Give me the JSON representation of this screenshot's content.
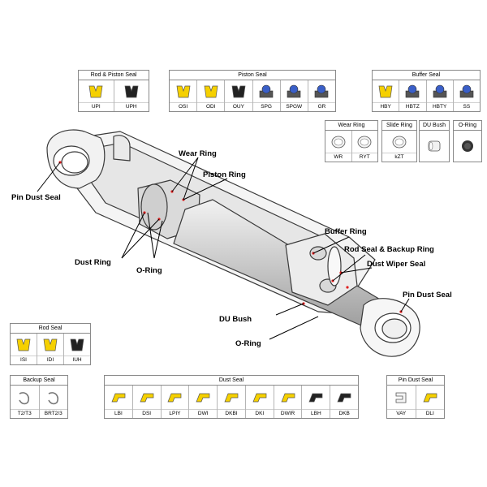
{
  "seal_boxes": {
    "rod_piston": {
      "title": "Rod & Piston Seal",
      "items": [
        {
          "label": "UPI",
          "icon": "yellow-u-seal-icon",
          "color": "#f5d000"
        },
        {
          "label": "UPH",
          "icon": "black-u-seal-icon",
          "color": "#222222"
        }
      ]
    },
    "piston": {
      "title": "Piston Seal",
      "items": [
        {
          "label": "OSI",
          "icon": "yellow-u-seal-icon",
          "color": "#f5d000"
        },
        {
          "label": "ODI",
          "icon": "yellow-u-seal-icon",
          "color": "#f5d000"
        },
        {
          "label": "OUY",
          "icon": "black-u-seal-icon",
          "color": "#222222"
        },
        {
          "label": "SPG",
          "icon": "blue-compound-seal-icon",
          "color": "#3a5fc8"
        },
        {
          "label": "SPGW",
          "icon": "blue-compound-seal-icon",
          "color": "#3a5fc8"
        },
        {
          "label": "GR",
          "icon": "blue-compound-seal-icon",
          "color": "#3a5fc8"
        }
      ]
    },
    "buffer": {
      "title": "Buffer Seal",
      "items": [
        {
          "label": "HBY",
          "icon": "yellow-u-seal-icon",
          "color": "#f5d000"
        },
        {
          "label": "HBTZ",
          "icon": "blue-compound-seal-icon",
          "color": "#3a5fc8"
        },
        {
          "label": "HBTY",
          "icon": "blue-compound-seal-icon",
          "color": "#3a5fc8"
        },
        {
          "label": "SS",
          "icon": "blue-compound-seal-icon",
          "color": "#3a5fc8"
        }
      ]
    },
    "wear_ring": {
      "title": "Wear Ring",
      "items": [
        {
          "label": "WR",
          "icon": "wear-ring-icon",
          "color": "#888888"
        },
        {
          "label": "RYT",
          "icon": "wear-ring-icon",
          "color": "#888888"
        }
      ]
    },
    "slide_ring": {
      "title": "Slide Ring",
      "items": [
        {
          "label": "kZT",
          "icon": "slide-ring-icon",
          "color": "#888888"
        }
      ]
    },
    "du_bush": {
      "title": "DU Bush",
      "items": [
        {
          "label": "",
          "icon": "bush-icon",
          "color": "#888888"
        }
      ]
    },
    "o_ring": {
      "title": "O-Ring",
      "items": [
        {
          "label": "",
          "icon": "o-ring-icon",
          "color": "#333333"
        }
      ]
    },
    "rod": {
      "title": "Rod Seal",
      "items": [
        {
          "label": "ISI",
          "icon": "yellow-u-seal-icon",
          "color": "#f5d000"
        },
        {
          "label": "IDI",
          "icon": "yellow-u-seal-icon",
          "color": "#f5d000"
        },
        {
          "label": "IUH",
          "icon": "black-u-seal-icon",
          "color": "#222222"
        }
      ]
    },
    "backup": {
      "title": "Backup Seal",
      "items": [
        {
          "label": "T2/T3",
          "icon": "backup-ring-icon",
          "color": "#777777"
        },
        {
          "label": "BRT2/3",
          "icon": "backup-ring-icon",
          "color": "#777777"
        }
      ]
    },
    "dust": {
      "title": "Dust Seal",
      "items": [
        {
          "label": "LBI",
          "icon": "yellow-dust-seal-icon",
          "color": "#f5d000"
        },
        {
          "label": "DSI",
          "icon": "yellow-dust-seal-icon",
          "color": "#f5d000"
        },
        {
          "label": "LPIY",
          "icon": "yellow-dust-seal-icon",
          "color": "#f5d000"
        },
        {
          "label": "DWI",
          "icon": "yellow-dust-seal-icon",
          "color": "#f5d000"
        },
        {
          "label": "DKBI",
          "icon": "yellow-dust-seal-icon",
          "color": "#f5d000"
        },
        {
          "label": "DKI",
          "icon": "yellow-dust-seal-icon",
          "color": "#f5d000"
        },
        {
          "label": "DWIR",
          "icon": "yellow-dust-seal-icon",
          "color": "#f5d000"
        },
        {
          "label": "LBH",
          "icon": "black-dust-seal-icon",
          "color": "#222222"
        },
        {
          "label": "DKB",
          "icon": "black-dust-seal-icon",
          "color": "#222222"
        }
      ]
    },
    "pin_dust": {
      "title": "Pin Dust Seal",
      "items": [
        {
          "label": "VAY",
          "icon": "pin-dust-seal-icon",
          "color": "#888888"
        },
        {
          "label": "DLI",
          "icon": "yellow-dust-seal-icon",
          "color": "#f5d000"
        }
      ]
    }
  },
  "callouts": {
    "pin_dust_left": "Pin Dust Seal",
    "wear_ring": "Wear Ring",
    "piston_ring": "Piston Ring",
    "dust_ring": "Dust Ring",
    "o_ring_left": "O-Ring",
    "buffer_ring": "Buffer Ring",
    "rod_seal_backup": "Rod Seal & Backup Ring",
    "dust_wiper": "Dust Wiper Seal",
    "pin_dust_right": "Pin Dust Seal",
    "du_bush": "DU Bush",
    "o_ring_bottom": "O-Ring"
  },
  "colors": {
    "yellow": "#f5d000",
    "blue": "#3a5fc8",
    "black": "#222222",
    "box_title_bg": "#ffffff",
    "leader": "#000000",
    "seal_mark": "#e02020",
    "outline": "#3a3a3a"
  }
}
